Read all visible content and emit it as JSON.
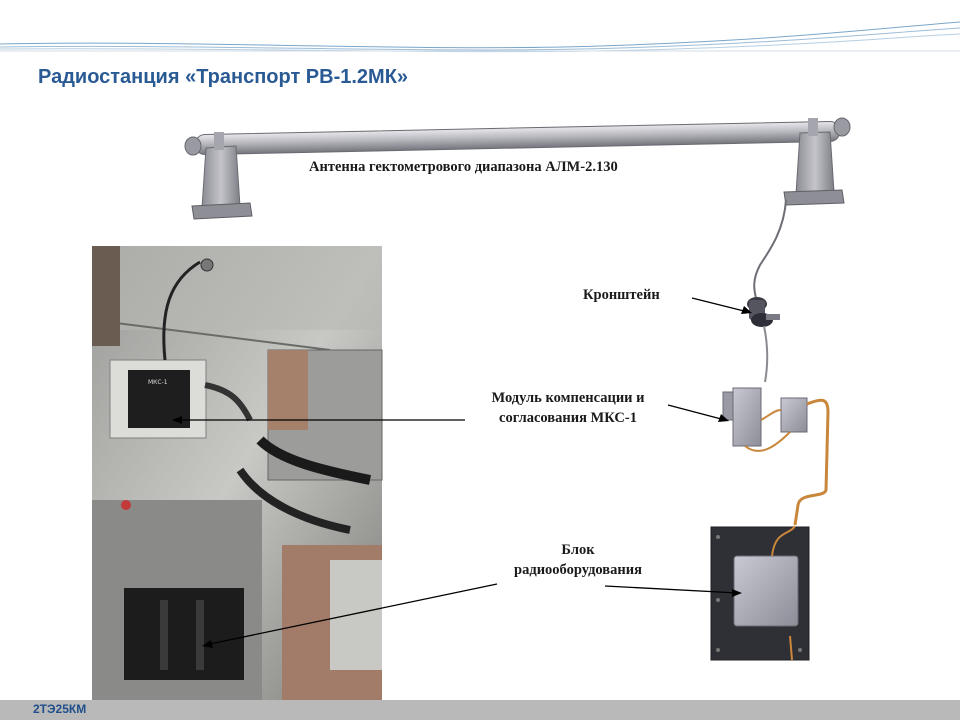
{
  "page": {
    "title": "Радиостанция «Транспорт РВ-1.2МК»",
    "footer_label": "2ТЭ25КМ"
  },
  "labels": {
    "antenna": "Антенна гектометрового диапазона АЛМ-2.130",
    "bracket": "Кронштейн",
    "module_line1": "Модуль компенсации и",
    "module_line2": "согласования МКС-1",
    "block_line1": "Блок",
    "block_line2": "радиооборудования"
  },
  "photo": {
    "module_marking": "МКС-1"
  },
  "colors": {
    "title": "#2a5a94",
    "footer_bg": "#b9b9b9",
    "footer_text": "#1f4e8a",
    "cable_copper": "#c8873a"
  }
}
